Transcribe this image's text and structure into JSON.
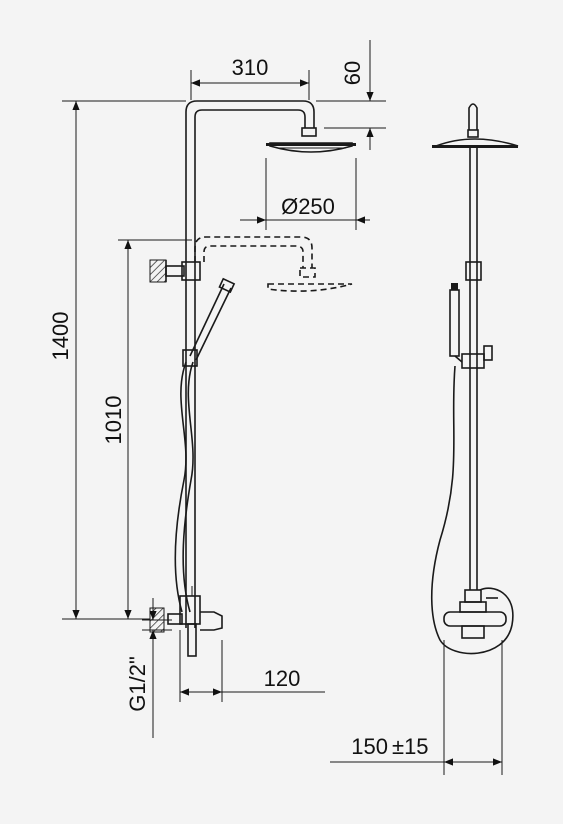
{
  "dimensions": {
    "arm_length": "310",
    "head_drop": "60",
    "head_diameter": "Ø250",
    "total_height": "1400",
    "min_height": "1010",
    "connection": "G1/2\"",
    "spout_projection": "120",
    "inlet_centres": "150",
    "inlet_tolerance": "±15"
  }
}
